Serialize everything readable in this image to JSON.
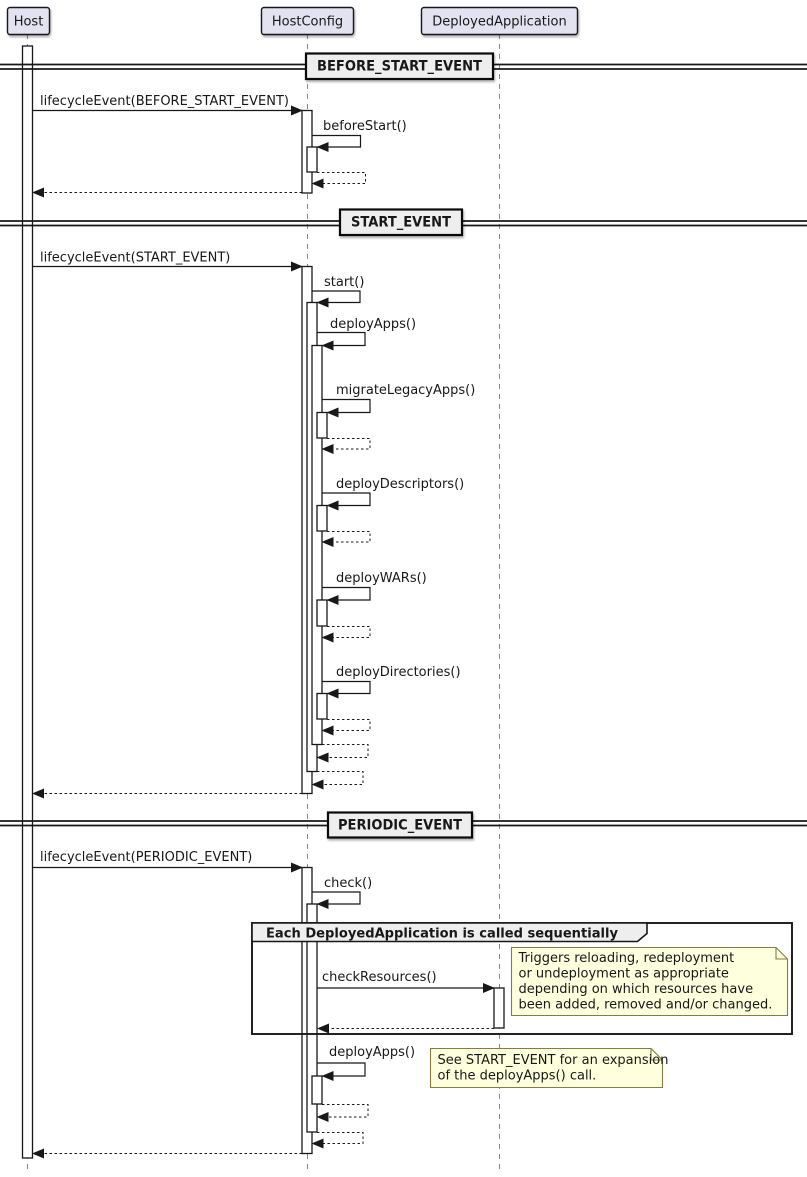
{
  "diagram": {
    "participants": [
      {
        "name": "Host"
      },
      {
        "name": "HostConfig"
      },
      {
        "name": "DeployedApplication"
      }
    ],
    "dividers": {
      "before_start": "BEFORE_START_EVENT",
      "start": "START_EVENT",
      "periodic": "PERIODIC_EVENT"
    },
    "messages": {
      "lifecycle_before_start": "lifecycleEvent(BEFORE_START_EVENT)",
      "before_start": "beforeStart()",
      "lifecycle_start": "lifecycleEvent(START_EVENT)",
      "start": "start()",
      "deploy_apps": "deployApps()",
      "migrate_legacy_apps": "migrateLegacyApps()",
      "deploy_descriptors": "deployDescriptors()",
      "deploy_wars": "deployWARs()",
      "deploy_directories": "deployDirectories()",
      "lifecycle_periodic": "lifecycleEvent(PERIODIC_EVENT)",
      "check": "check()",
      "check_resources": "checkResources()",
      "deploy_apps_periodic": "deployApps()"
    },
    "group_label": "Each DeployedApplication is called sequentially",
    "notes": {
      "check_resources": [
        "Triggers reloading, redeployment",
        "or undeployment as appropriate",
        "depending on which resources have",
        "been added, removed and/or changed."
      ],
      "deploy_apps": [
        "See START_EVENT for an expansion",
        "of the deployApps() call."
      ]
    },
    "colors": {
      "participant_fill": "#E2E2F0",
      "participant_border": "#181818",
      "divider_fill": "#EEEEEE",
      "group_header_fill": "#EEEEEE",
      "note_fill": "#FEFFDD",
      "note_border": "#857B43",
      "line_color": "#181818",
      "lifeline_color": "#888888",
      "activation_fill": "#FFFFFF"
    }
  }
}
